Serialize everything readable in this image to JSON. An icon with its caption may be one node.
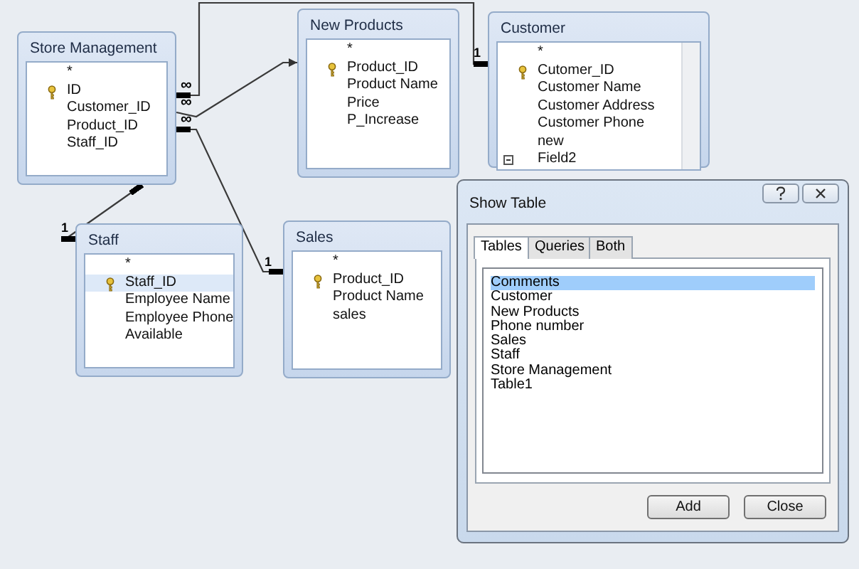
{
  "diagram": {
    "nodes": [
      {
        "text": [
          "Store Management",
          "*",
          "ID",
          "Customer_ID",
          "Product_ID",
          "Staff_ID"
        ]
      },
      {
        "text": [
          "New Products",
          "*",
          "Product_ID",
          "Product Name",
          "Price",
          "P_Increase"
        ]
      },
      {
        "text": [
          "Customer",
          "*",
          "Cutomer_ID",
          "Customer Name",
          "Customer Address",
          "Customer Phone",
          "new",
          "Field2"
        ]
      },
      {
        "text": [
          "Staff",
          "*",
          "Staff_ID",
          "Employee Name",
          "Employee Phone",
          "Available"
        ]
      },
      {
        "text": [
          "Sales",
          "*",
          "Product_ID",
          "Product Name",
          "sales"
        ]
      },
      {
        "text": [
          "Show Table"
        ]
      }
    ],
    "edges": [
      {
        "from": 0,
        "to": 2,
        "arrow": "other"
      },
      {
        "from": 0,
        "to": 1,
        "arrow": "to"
      },
      {
        "from": 0,
        "to": 4,
        "arrow": "other"
      },
      {
        "from": 0,
        "to": 3,
        "arrow": "other"
      }
    ],
    "labels": [
      "∞",
      "∞",
      "∞",
      "1",
      "1",
      "1",
      "Tables",
      "Queries",
      "Both",
      "Comments",
      "Customer",
      "New Products",
      "Phone number",
      "Sales",
      "Staff",
      "Store Management",
      "Table1",
      "Add",
      "Close"
    ]
  }
}
